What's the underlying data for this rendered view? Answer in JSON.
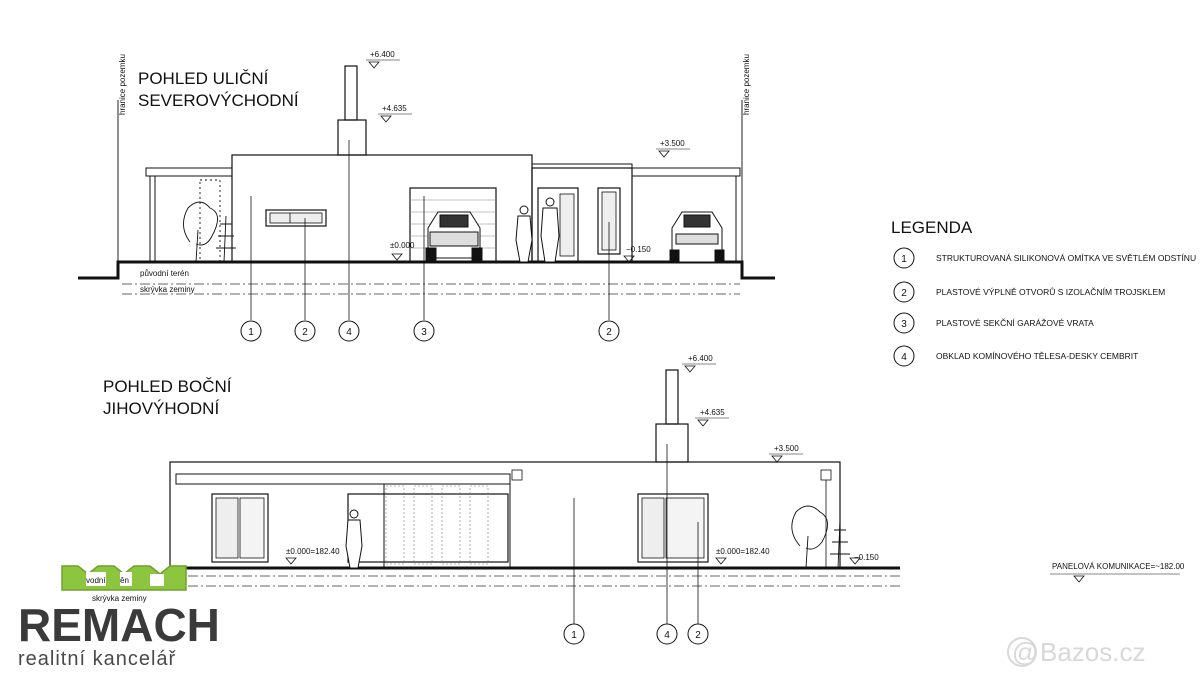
{
  "street_view": {
    "title_line1": "POHLED ULIČNÍ",
    "title_line2": "SEVEROVÝCHODNÍ",
    "boundary_left": "hranice pozemku",
    "boundary_right": "hranice pozemku",
    "level_chimney": "+6.400",
    "level_chimney_base": "+4.635",
    "level_roof": "+3.500",
    "level_zero": "±0.000",
    "level_minus": "−0.150",
    "terrain_label": "původní terén",
    "soil_label": "skrývka zeminy",
    "callouts": [
      "1",
      "2",
      "4",
      "3",
      "2"
    ]
  },
  "side_view": {
    "title_line1": "POHLED BOČNÍ",
    "title_line2": "JIHOVÝHODNÍ",
    "level_chimney": "+6.400",
    "level_chimney_base": "+4.635",
    "level_roof": "+3.500",
    "level_zero_left": "±0.000=182.40",
    "level_zero_right": "±0.000=182.40",
    "level_minus": "−0.150",
    "panel_label": "PANELOVÁ KOMUNIKACE=~182.00",
    "callouts": [
      "1",
      "4",
      "2"
    ]
  },
  "legend": {
    "title": "LEGENDA",
    "items": [
      {
        "num": "1",
        "text": "STRUKTUROVANÁ SILIKONOVÁ OMÍTKA VE SVĚTLÉM ODSTÍNU"
      },
      {
        "num": "2",
        "text": "PLASTOVÉ VÝPLNĚ OTVORŮ S IZOLAČNÍM TROJSKLEM"
      },
      {
        "num": "3",
        "text": "PLASTOVÉ SEKČNÍ GARÁŽOVÉ VRATA"
      },
      {
        "num": "4",
        "text": "OBKLAD KOMÍNOVÉHO TĚLESA-DESKY CEMBRIT"
      }
    ]
  },
  "logo": {
    "brand": "REMACH",
    "tagline": "realitní kancelář",
    "overlay_line1a": "vodní",
    "overlay_line1b": "ěn",
    "overlay_line2": "skrývka zeminy",
    "brand_color": "#8cc63f"
  },
  "watermark": {
    "text": "Bazos.cz"
  }
}
